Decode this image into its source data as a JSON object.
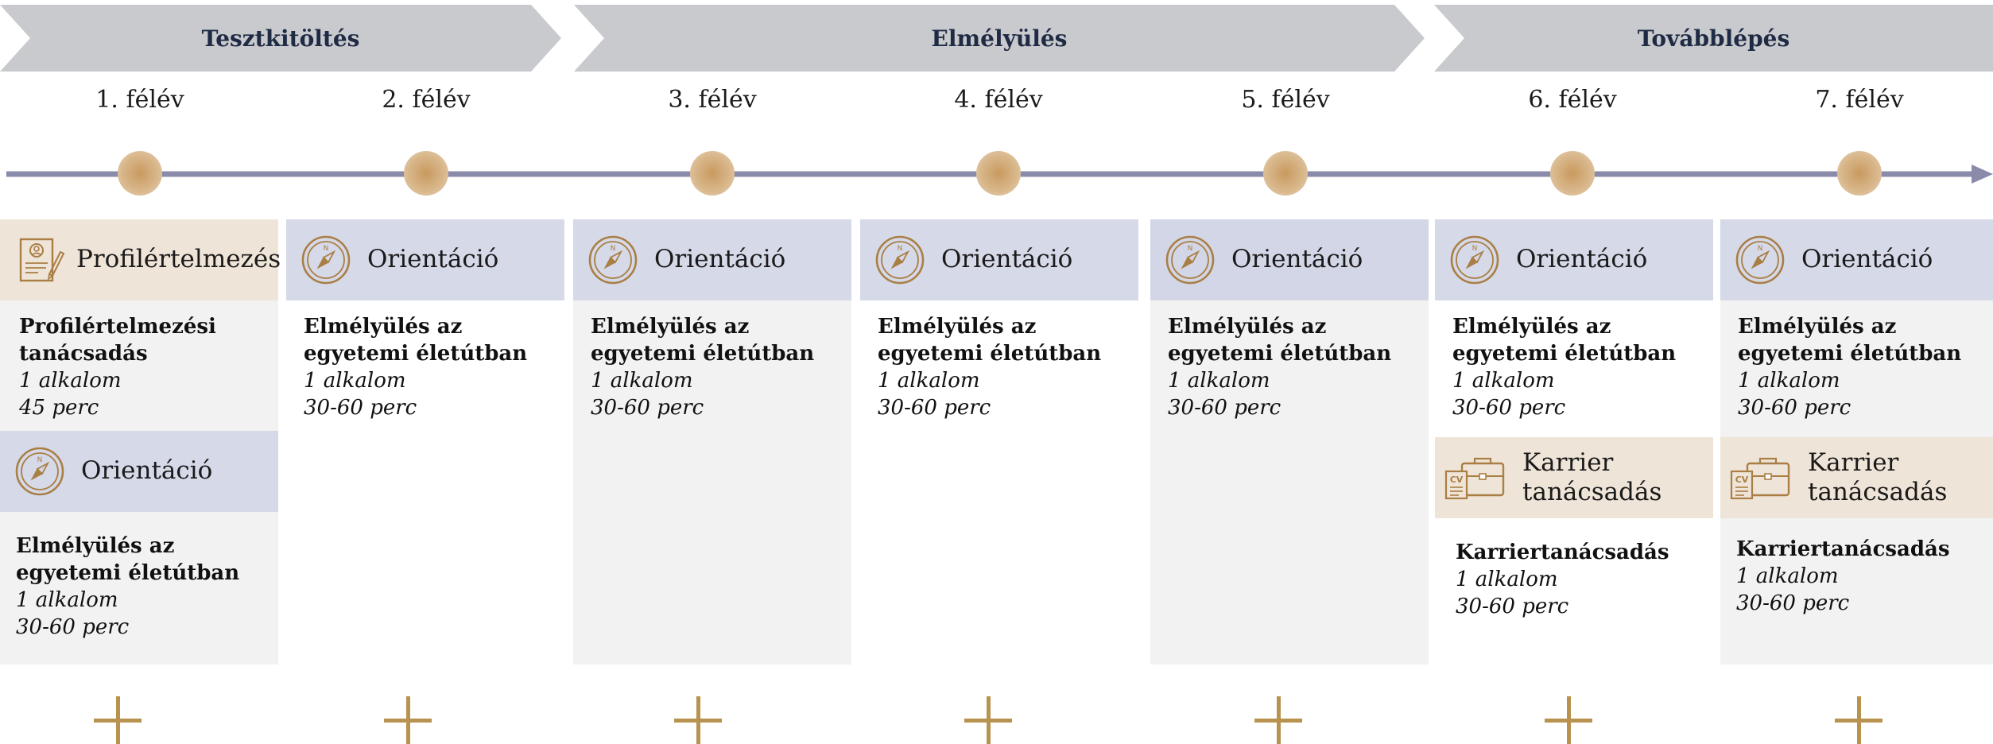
{
  "phases": [
    "Tesztkitöltés",
    "Elmélyülés",
    "Továbblépés"
  ],
  "semesters": [
    "1. félév",
    "2. félév",
    "3. félév",
    "4. félév",
    "5. félév",
    "6. félév",
    "7. félév"
  ],
  "colors": {
    "phase_bg": "#c9cacd",
    "axis": "#8a8aaa",
    "node": "#c89a5e",
    "band_blue": "#d6d9e8",
    "band_tan": "#efe4d8",
    "plus": "#b8924f"
  },
  "columns": [
    {
      "b1": {
        "label": "Profilértelmezés",
        "icon": "profile-document-icon"
      },
      "s1": {
        "title": "Profilértelmezési tanácsadás",
        "count": "1 alkalom",
        "duration": "45 perc"
      },
      "b2": {
        "label": "Orientáció",
        "icon": "compass-icon"
      },
      "s2": {
        "title": "Elmélyülés az egyetemi életútban",
        "count": "1 alkalom",
        "duration": "30-60 perc"
      }
    },
    {
      "b1": {
        "label": "Orientáció",
        "icon": "compass-icon"
      },
      "s1": {
        "title": "Elmélyülés az egyetemi életútban",
        "count": "1 alkalom",
        "duration": "30-60 perc"
      }
    },
    {
      "b1": {
        "label": "Orientáció",
        "icon": "compass-icon"
      },
      "s1": {
        "title": "Elmélyülés az egyetemi életútban",
        "count": "1 alkalom",
        "duration": "30-60 perc"
      }
    },
    {
      "b1": {
        "label": "Orientáció",
        "icon": "compass-icon"
      },
      "s1": {
        "title": "Elmélyülés az egyetemi életútban",
        "count": "1 alkalom",
        "duration": "30-60 perc"
      }
    },
    {
      "b1": {
        "label": "Orientáció",
        "icon": "compass-icon"
      },
      "s1": {
        "title": "Elmélyülés az egyetemi életútban",
        "count": "1 alkalom",
        "duration": "30-60 perc"
      }
    },
    {
      "b1": {
        "label": "Orientáció",
        "icon": "compass-icon"
      },
      "s1": {
        "title": "Elmélyülés az egyetemi életútban",
        "count": "1 alkalom",
        "duration": "30-60 perc"
      },
      "b2": {
        "label_line1": "Karrier",
        "label_line2": "tanácsadás",
        "icon": "cv-briefcase-icon"
      },
      "s2": {
        "title": "Karriertanácsadás",
        "count": "1 alkalom",
        "duration": "30-60 perc"
      }
    },
    {
      "b1": {
        "label": "Orientáció",
        "icon": "compass-icon"
      },
      "s1": {
        "title": "Elmélyülés az egyetemi életútban",
        "count": "1 alkalom",
        "duration": "30-60 perc"
      },
      "b2": {
        "label_line1": "Karrier",
        "label_line2": "tanácsadás",
        "icon": "cv-briefcase-icon"
      },
      "s2": {
        "title": "Karriertanácsadás",
        "count": "1 alkalom",
        "duration": "30-60 perc"
      }
    }
  ]
}
